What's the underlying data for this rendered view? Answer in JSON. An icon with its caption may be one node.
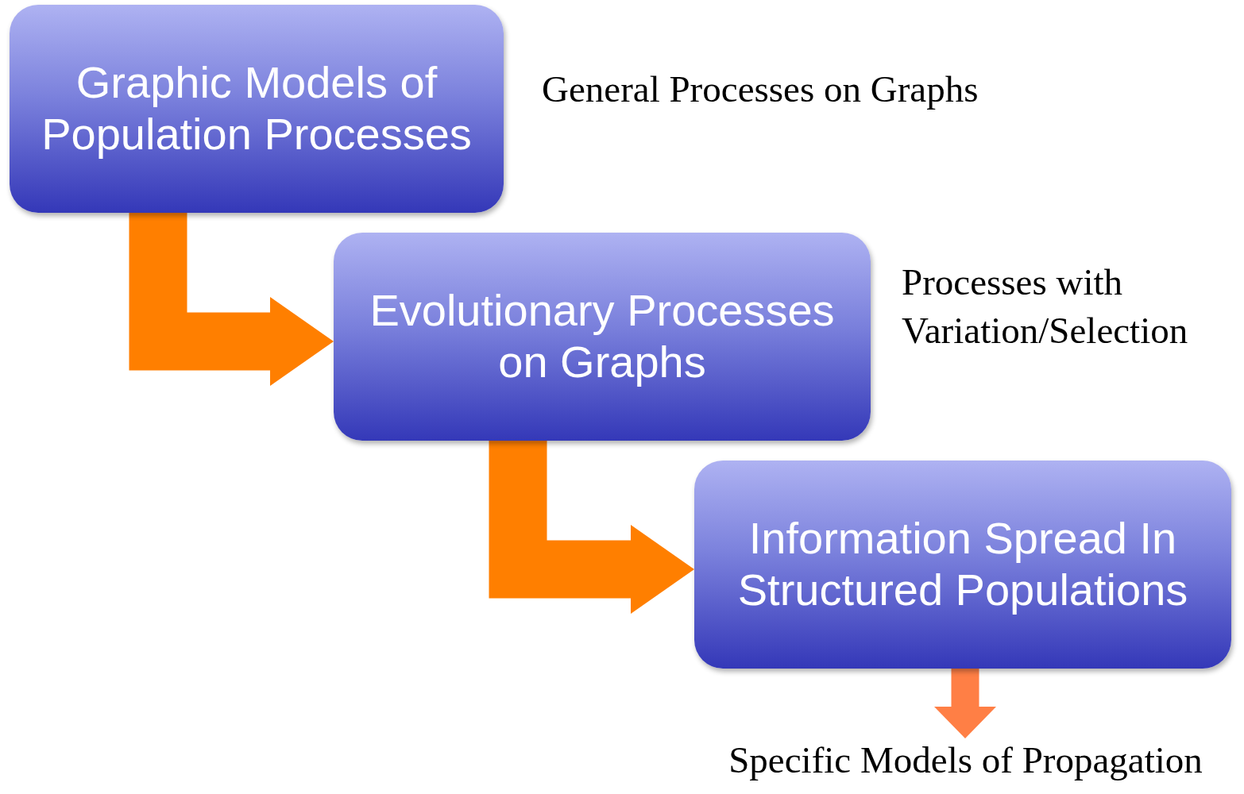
{
  "diagram": {
    "nodes": [
      {
        "text": [
          "Graphic Models of Population Processes"
        ],
        "beside": [
          "General Processes on Graphs"
        ]
      },
      {
        "text": [
          "Evolutionary Processes on Graphs"
        ],
        "beside": [
          "Processes with Variation/Selection"
        ]
      },
      {
        "text": [
          "Information Spread In Structured Populations"
        ]
      },
      {
        "text": [
          "Specific Models of Propagation"
        ]
      }
    ],
    "edges": [
      {
        "from": 0,
        "to": 1,
        "arrow": "to"
      },
      {
        "from": 1,
        "to": 2,
        "arrow": "to"
      },
      {
        "from": 2,
        "to": 3,
        "arrow": "to",
        "color": "#ff7f45"
      }
    ]
  }
}
